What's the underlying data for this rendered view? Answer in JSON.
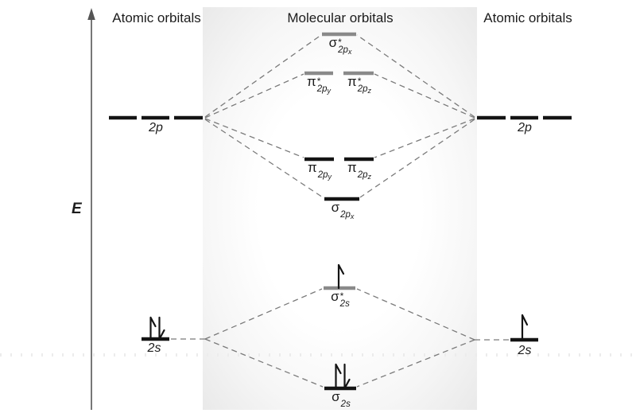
{
  "titles": {
    "left": "Atomic orbitals",
    "center": "Molecular orbitals",
    "right": "Atomic orbitals"
  },
  "axis": {
    "label": "E"
  },
  "atomic_orbitals": {
    "left_2p": {
      "label": "2p",
      "electrons": 0
    },
    "left_2s": {
      "label": "2s",
      "electrons": 2
    },
    "right_2p": {
      "label": "2p",
      "electrons": 0
    },
    "right_2s": {
      "label": "2s",
      "electrons": 1
    }
  },
  "molecular_orbitals": {
    "sigma_star_2px": {
      "base": "σ",
      "star": "*",
      "sub": "2p",
      "subsub": "x",
      "type": "antibonding",
      "electrons": 0
    },
    "pi_star_2py": {
      "base": "π",
      "star": "*",
      "sub": "2p",
      "subsub": "y",
      "type": "antibonding",
      "electrons": 0
    },
    "pi_star_2pz": {
      "base": "π",
      "star": "*",
      "sub": "2p",
      "subsub": "z",
      "type": "antibonding",
      "electrons": 0
    },
    "pi_2py": {
      "base": "π",
      "star": "",
      "sub": "2p",
      "subsub": "y",
      "type": "bonding",
      "electrons": 0
    },
    "pi_2pz": {
      "base": "π",
      "star": "",
      "sub": "2p",
      "subsub": "z",
      "type": "bonding",
      "electrons": 0
    },
    "sigma_2px": {
      "base": "σ",
      "star": "",
      "sub": "2p",
      "subsub": "x",
      "type": "bonding",
      "electrons": 0
    },
    "sigma_star_2s": {
      "base": "σ",
      "star": "*",
      "sub": "2s",
      "subsub": "",
      "type": "antibonding",
      "electrons": 1
    },
    "sigma_2s": {
      "base": "σ",
      "star": "",
      "sub": "2s",
      "subsub": "",
      "type": "bonding",
      "electrons": 2
    }
  },
  "colors": {
    "bonding_level": "#141414",
    "antibonding_level": "#8a8a8a",
    "connector": "#7a7a7a",
    "axis": "#555555",
    "panel_edge": "#e9e9e9"
  }
}
